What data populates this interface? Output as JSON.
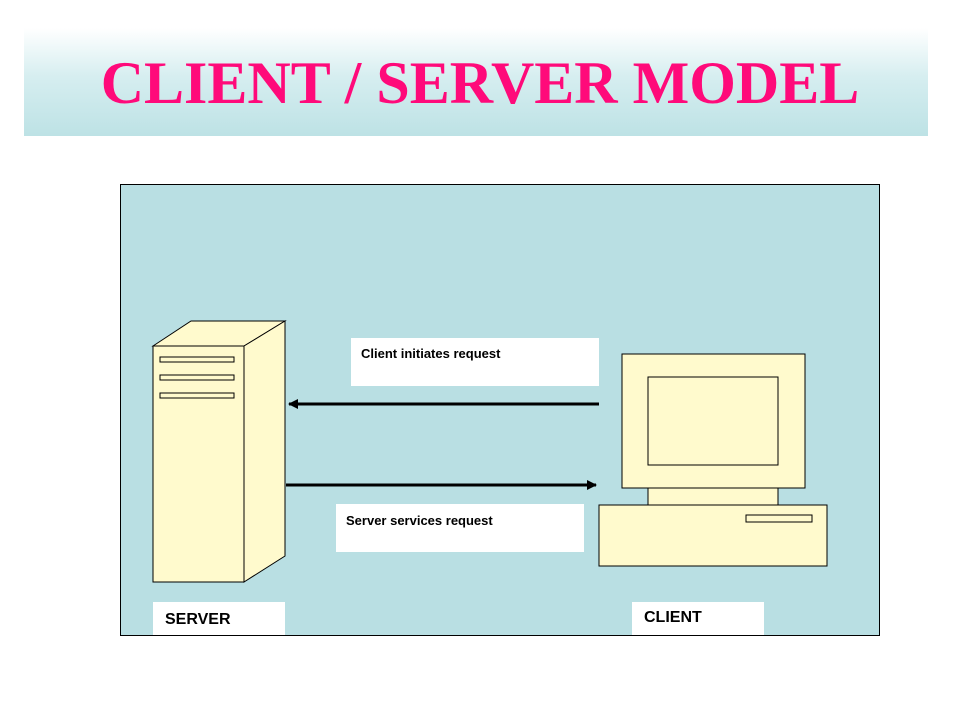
{
  "title": "CLIENT / SERVER MODEL",
  "labels": {
    "request": "Client initiates request",
    "service": "Server services request",
    "server": "SERVER",
    "client": "CLIENT"
  },
  "colors": {
    "title": "#ff0a7a",
    "panel": "#b9dfe3",
    "device": "#fffacd"
  }
}
